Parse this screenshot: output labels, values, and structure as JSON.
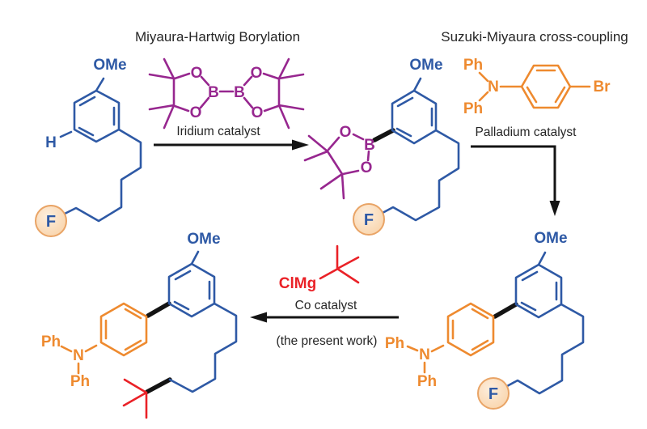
{
  "scheme": {
    "titles": {
      "borylation": "Miyaura-Hartwig Borylation",
      "coupling": "Suzuki-Miyaura cross-coupling"
    },
    "conditions": {
      "borylation_catalyst": "Iridium catalyst",
      "coupling_catalyst": "Palladium catalyst",
      "alkylation_catalyst": "Co catalyst",
      "alkylation_note": "(the present work)",
      "grignard_label": "ClMg"
    },
    "atoms": {
      "methoxy": "OMe",
      "hydrogen": "H",
      "fluorine": "F",
      "boron": "B",
      "oxygen": "O",
      "nitrogen": "N",
      "phenyl": "Ph",
      "bromine": "Br"
    },
    "colors": {
      "substrate_blue": "#2e59a5",
      "amine_orange": "#ee8a2f",
      "boronate_purple": "#97278f",
      "grignard_red": "#ea2127",
      "caption_black": "#262626",
      "arrow_black": "#141414",
      "new_bond_black": "#141414",
      "f_tag_fill": "#f9d3a9",
      "f_tag_fill_light": "#fdeedd",
      "f_tag_edge": "#e9a466"
    }
  }
}
